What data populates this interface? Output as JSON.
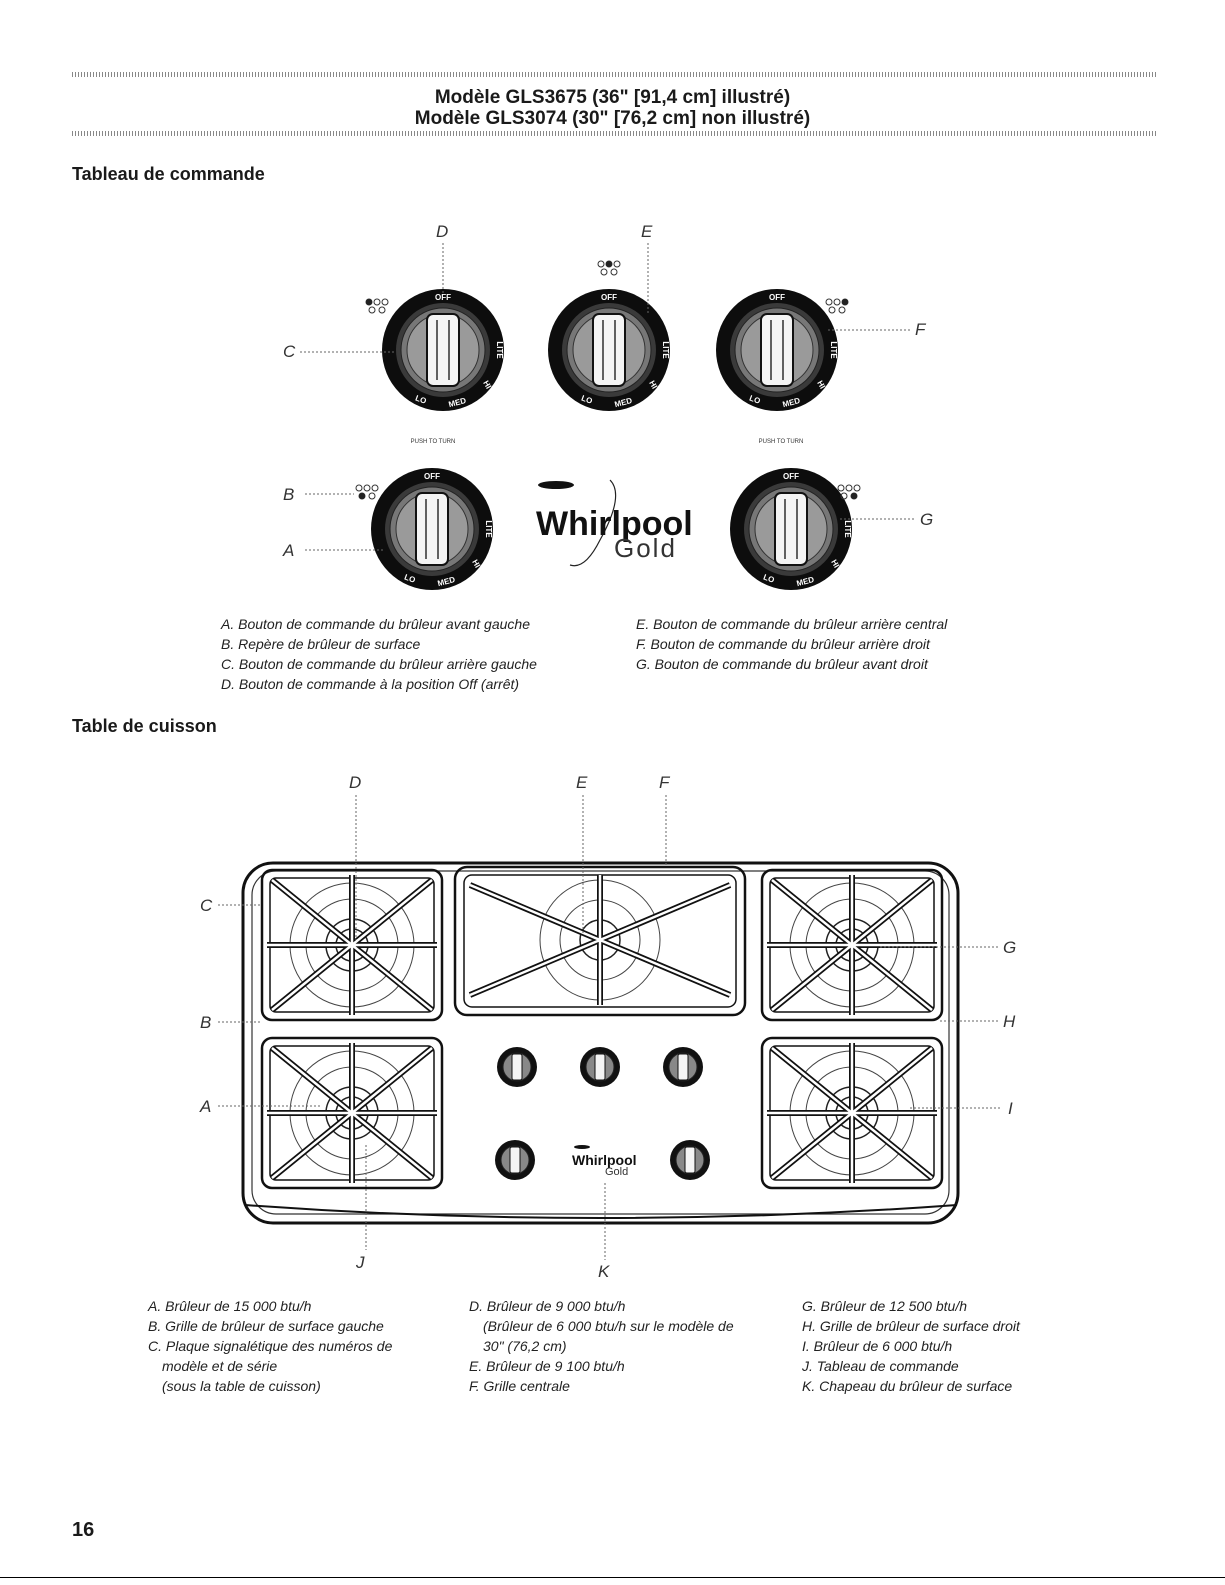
{
  "header": {
    "line1": "Modèle GLS3675 (36\" [91,4 cm] illustré)",
    "line2": "Modèle GLS3074 (30\" [76,2 cm] non illustré)"
  },
  "control_panel": {
    "title": "Tableau de commande",
    "callouts": [
      "A",
      "B",
      "C",
      "D",
      "E",
      "F",
      "G"
    ],
    "knob_text": {
      "off": "OFF",
      "lite": "LITE",
      "hi": "HI",
      "med": "MED",
      "lo": "LO"
    },
    "push_to_turn": "PUSH TO TURN",
    "logo": {
      "brand": "Whirlpool",
      "sub": "Gold"
    },
    "captions_left": [
      "A. Bouton de commande du brûleur avant gauche",
      "B. Repère de brûleur de surface",
      "C. Bouton de commande du brûleur arrière gauche",
      "D. Bouton de commande à la position Off (arrêt)"
    ],
    "captions_right": [
      "E. Bouton de commande du brûleur arrière central",
      "F. Bouton de commande du brûleur arrière droit",
      "G. Bouton de commande du brûleur avant droit"
    ]
  },
  "cooktop": {
    "title": "Table de cuisson",
    "callouts": [
      "A",
      "B",
      "C",
      "D",
      "E",
      "F",
      "G",
      "H",
      "I",
      "J",
      "K"
    ],
    "captions_col1": [
      "A. Brûleur de 15 000 btu/h",
      "B. Grille de brûleur de surface gauche",
      "C. Plaque signalétique des numéros de",
      "modèle et de série",
      "(sous la table de cuisson)"
    ],
    "captions_col2": [
      "D. Brûleur de 9 000 btu/h",
      "(Brûleur de 6 000 btu/h sur le modèle de",
      "30\" (76,2 cm)",
      "E. Brûleur de 9 100 btu/h",
      "F. Grille centrale"
    ],
    "captions_col3": [
      "G. Brûleur de 12 500 btu/h",
      "H. Grille de brûleur de surface droit",
      "I. Brûleur de 6 000 btu/h",
      "J. Tableau de commande",
      "K. Chapeau du brûleur de surface"
    ]
  },
  "page_number": "16"
}
